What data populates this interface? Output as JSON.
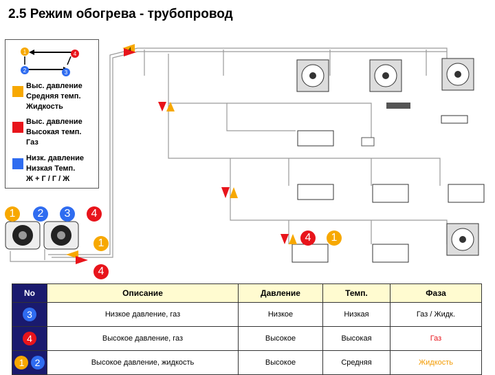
{
  "title": "2.5 Режим обогрева - трубопровод",
  "legend": {
    "items": [
      {
        "lines": [
          "Выс. давление",
          "Средняя темп.",
          "Жидкость"
        ],
        "color": "#f7a800"
      },
      {
        "lines": [
          "Выс. давление",
          "Высокая темп.",
          "Газ"
        ],
        "color": "#e8141b"
      },
      {
        "lines": [
          "Низк. давление",
          "Низкая Темп.",
          "Ж + Г / Г / Ж"
        ],
        "color": "#2f6cf0"
      }
    ],
    "mini_numbers": [
      "1",
      "4",
      "2",
      "3"
    ]
  },
  "unit_badges": [
    "1",
    "2",
    "3",
    "4"
  ],
  "flow_badges": {
    "a": "1",
    "b": "4",
    "c": "4",
    "d": "1"
  },
  "arrow_labels": {
    "red": "4",
    "orange": "1"
  },
  "colors": {
    "orange": "#f7a800",
    "red": "#e8141b",
    "blue": "#2f6cf0",
    "pipe": "#8a8a8a"
  },
  "table": {
    "headers": [
      "No",
      "Описание",
      "Давление",
      "Темп.",
      "Фаза"
    ],
    "rows": [
      {
        "no": "3",
        "no_color": "#2f6cf0",
        "desc": "Низкое давление, газ",
        "pressure": "Низкое",
        "temp": "Низкая",
        "phase": "Газ / Жидк.",
        "phase_color": "#000"
      },
      {
        "no": "4",
        "no_color": "#e8141b",
        "desc": "Высокое давление, газ",
        "pressure": "Высокое",
        "temp": "Высокая",
        "phase": "Газ",
        "phase_color": "#e8141b"
      },
      {
        "no": "1",
        "no_color": "#f7a800",
        "desc": "Высокое давление, жидкость",
        "pressure": "Высокое",
        "temp": "Средняя",
        "phase": "Жидкость",
        "phase_color": "#f39a00",
        "no2": "2",
        "no2_color": "#2f6cf0"
      }
    ]
  }
}
